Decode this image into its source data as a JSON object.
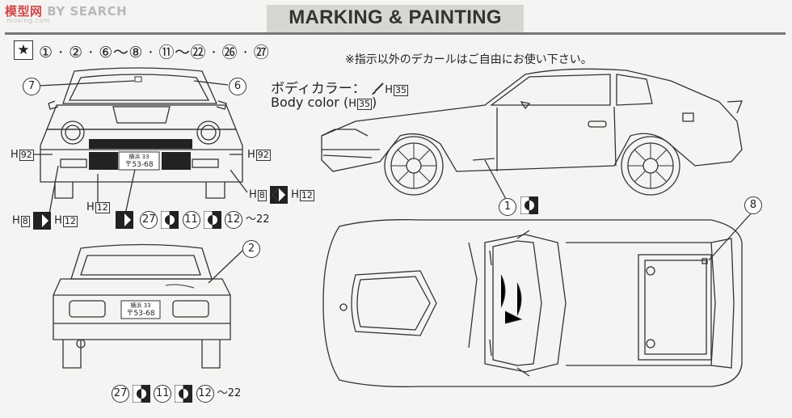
{
  "watermark": {
    "text": "BY SEARCH",
    "chinese": "模型网",
    "sub": "moxing.com"
  },
  "header": {
    "title": "MARKING & PAINTING"
  },
  "versions": {
    "star": "★",
    "list": "① · ② · ⑥〜⑧ · ⑪〜㉒ · ㉖ · ㉗"
  },
  "note": "※指示以外のデカールはご自由にお使い下さい。",
  "body_color": {
    "jp_label": "ボディカラー：",
    "en_label": "Body color",
    "code_prefix": "H",
    "code": "35"
  },
  "front_view": {
    "callout_7": "7",
    "callout_6": "6",
    "h92_left": "H",
    "h92_left_num": "92",
    "h92_right": "H",
    "h92_right_num": "92",
    "h12_center": "H",
    "h12_center_num": "12",
    "h8_right": "H",
    "h8_right_num": "8",
    "h12_right": "H",
    "h12_right_num": "12",
    "h8_left": "H",
    "h8_left_num": "8",
    "h12_left": "H",
    "h12_left_num": "12",
    "plate_top": "横浜 33",
    "plate_bottom": "〒53-68",
    "decal_row": {
      "a": "27",
      "b": "11",
      "c": "12",
      "range": "〜22"
    }
  },
  "rear_view": {
    "callout_2": "2",
    "plate_top": "横浜 33",
    "plate_bottom": "〒53-68",
    "decal_row": {
      "a": "27",
      "b": "11",
      "c": "12",
      "range": "〜22"
    }
  },
  "side_view": {
    "callout_1": "1"
  },
  "top_view": {
    "callout_8": "8"
  }
}
